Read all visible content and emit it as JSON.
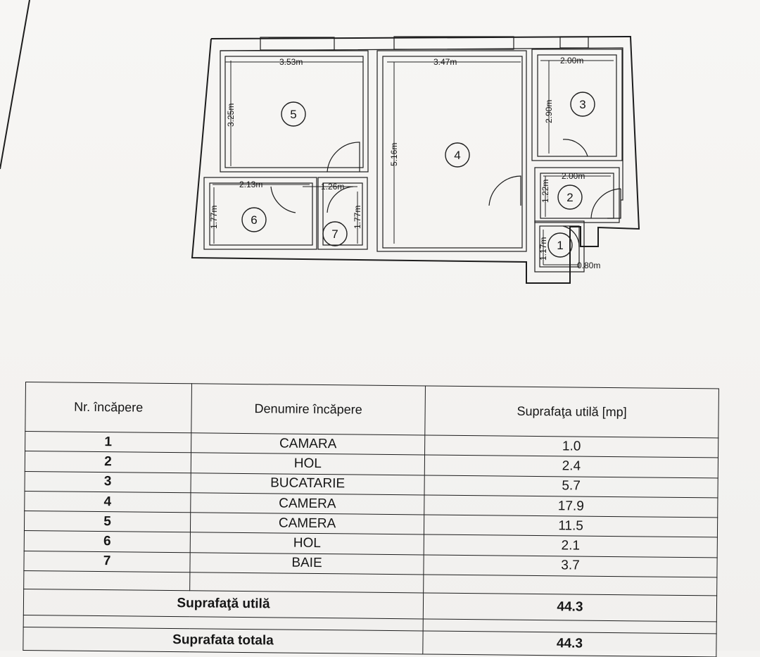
{
  "plan": {
    "dimensions": {
      "room5_width": "3.53m",
      "room4_width": "3.47m",
      "room3_width": "2.00m",
      "room5_height": "3.25m",
      "room4_height": "5.16m",
      "room3_height": "2.90m",
      "room2_width": "2.00m",
      "room6_width": "2.13m",
      "room7_width": "1.26m",
      "room2_height": "1.22m",
      "room6_height": "1.77m",
      "room7_height": "1.77m",
      "room1_height": "1.17m",
      "room1_width": "0.80m"
    },
    "room_labels": [
      "1",
      "2",
      "3",
      "4",
      "5",
      "6",
      "7"
    ]
  },
  "table": {
    "headers": {
      "nr": "Nr. încăpere",
      "name": "Denumire încăpere",
      "area": "Suprafaţa utilă [mp]"
    },
    "rows": [
      {
        "nr": "1",
        "name": "CAMARA",
        "area": "1.0"
      },
      {
        "nr": "2",
        "name": "HOL",
        "area": "2.4"
      },
      {
        "nr": "3",
        "name": "BUCATARIE",
        "area": "5.7"
      },
      {
        "nr": "4",
        "name": "CAMERA",
        "area": "17.9"
      },
      {
        "nr": "5",
        "name": "CAMERA",
        "area": "11.5"
      },
      {
        "nr": "6",
        "name": "HOL",
        "area": "2.1"
      },
      {
        "nr": "7",
        "name": "BAIE",
        "area": "3.7"
      }
    ],
    "useful_area_label": "Suprafaţă utilă",
    "useful_area_value": "44.3",
    "total_area_label": "Suprafata totala",
    "total_area_value": "44.3"
  }
}
